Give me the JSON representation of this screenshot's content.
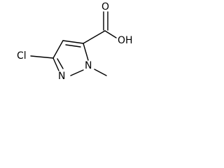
{
  "molecule": {
    "atoms": {
      "chlorine": "Cl",
      "ring_nitrogen_2": "N",
      "ring_nitrogen_1": "N",
      "carbonyl_oxygen": "O",
      "hydroxyl": "OH"
    }
  }
}
